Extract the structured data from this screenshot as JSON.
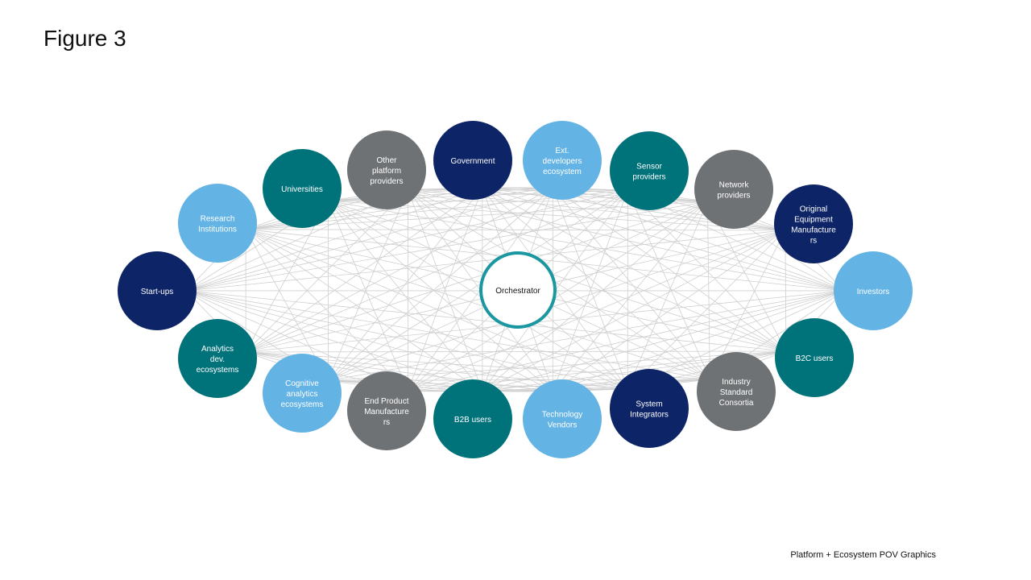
{
  "title": "Figure 3",
  "footer": "Platform + Ecosystem POV Graphics",
  "colors": {
    "navy": "#0d2466",
    "teal": "#00727a",
    "light_blue": "#63b3e4",
    "gray": "#6f7275",
    "center_ring": "#1a97a0",
    "link_line": "#cfcfcf"
  },
  "center": {
    "label": "Orchestrator"
  },
  "nodes": [
    {
      "id": "start-ups",
      "label": [
        "Start-ups"
      ],
      "color": "navy"
    },
    {
      "id": "research-institutions",
      "label": [
        "Research",
        "Institutions"
      ],
      "color": "light_blue"
    },
    {
      "id": "universities",
      "label": [
        "Universities"
      ],
      "color": "teal"
    },
    {
      "id": "other-platform-providers",
      "label": [
        "Other",
        "platform",
        "providers"
      ],
      "color": "gray"
    },
    {
      "id": "government",
      "label": [
        "Government"
      ],
      "color": "navy"
    },
    {
      "id": "ext-developers-ecosystem",
      "label": [
        "Ext.",
        "developers",
        "ecosystem"
      ],
      "color": "light_blue"
    },
    {
      "id": "sensor-providers",
      "label": [
        "Sensor",
        "providers"
      ],
      "color": "teal"
    },
    {
      "id": "network-providers",
      "label": [
        "Network",
        "providers"
      ],
      "color": "gray"
    },
    {
      "id": "original-equipment-manufacturers",
      "label": [
        "Original",
        "Equipment",
        "Manufacture",
        "rs"
      ],
      "color": "navy"
    },
    {
      "id": "investors",
      "label": [
        "Investors"
      ],
      "color": "light_blue"
    },
    {
      "id": "b2c-users",
      "label": [
        "B2C users"
      ],
      "color": "teal"
    },
    {
      "id": "industry-standard-consortia",
      "label": [
        "Industry",
        "Standard",
        "Consortia"
      ],
      "color": "gray"
    },
    {
      "id": "system-integrators",
      "label": [
        "System",
        "Integrators"
      ],
      "color": "navy"
    },
    {
      "id": "technology-vendors",
      "label": [
        "Technology",
        "Vendors"
      ],
      "color": "light_blue"
    },
    {
      "id": "b2b-users",
      "label": [
        "B2B users"
      ],
      "color": "teal"
    },
    {
      "id": "end-product-manufacturers",
      "label": [
        "End Product",
        "Manufacture",
        "rs"
      ],
      "color": "gray"
    },
    {
      "id": "cognitive-analytics-ecosystems",
      "label": [
        "Cognitive",
        "analytics",
        "ecosystems"
      ],
      "color": "light_blue"
    },
    {
      "id": "analytics-dev-ecosystems",
      "label": [
        "Analytics",
        "dev.",
        "ecosystems"
      ],
      "color": "teal"
    }
  ]
}
